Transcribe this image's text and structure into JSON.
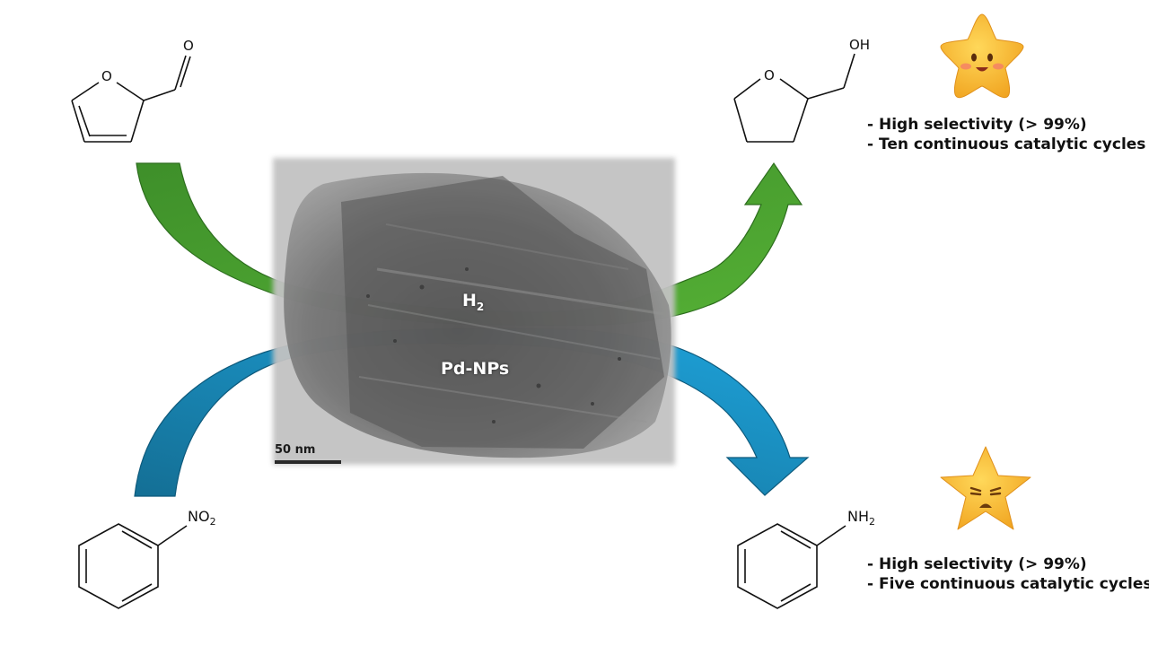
{
  "tem": {
    "h2_main": "H",
    "h2_sub": "2",
    "catalyst_label": "Pd-NPs",
    "scale_label": "50 nm"
  },
  "molecules": {
    "furfural": {
      "oxygen_ring": "O",
      "oxygen_carbonyl": "O"
    },
    "thfa": {
      "oxygen_ring": "O",
      "hydroxyl": "OH"
    },
    "nitrobenzene": {
      "group_main": "NO",
      "group_sub": "2"
    },
    "aniline": {
      "group_main": "NH",
      "group_sub": "2"
    }
  },
  "results": {
    "top": {
      "line1": "- High selectivity (> 99%)",
      "line2": "- Ten continuous catalytic cycles",
      "icon": "happy-star-icon"
    },
    "bottom": {
      "line1": "- High selectivity (> 99%)",
      "line2": "- Five continuous catalytic cycles",
      "icon": "sad-star-icon"
    }
  },
  "colors": {
    "green_arrow": "#3f9a2e",
    "blue_arrow": "#1a86b8",
    "star": "#f7b731",
    "tem_background": "#bdbdbd"
  }
}
